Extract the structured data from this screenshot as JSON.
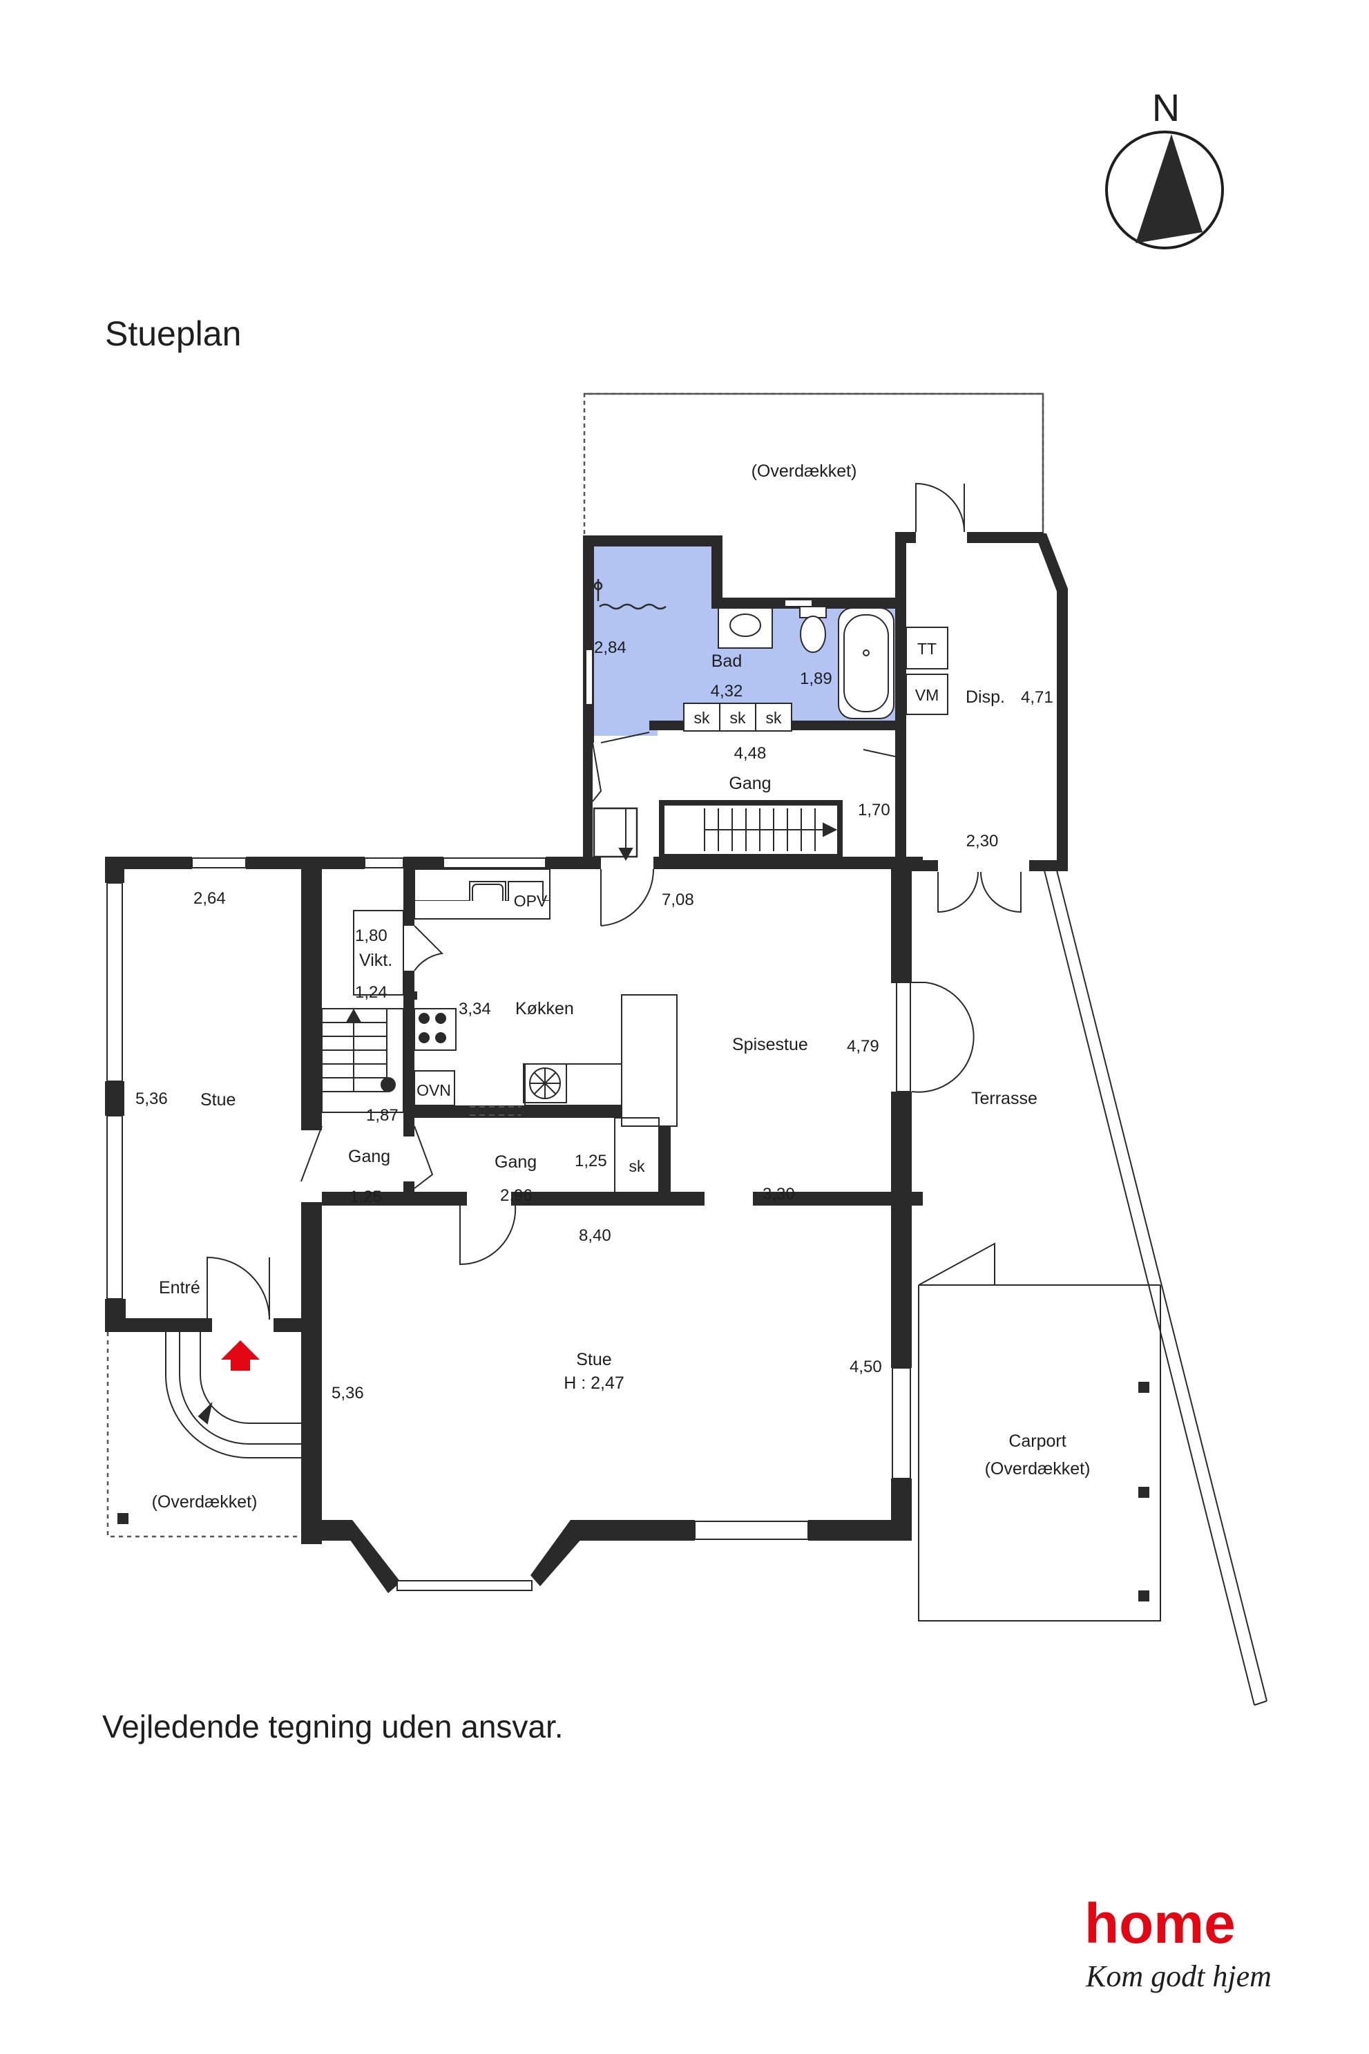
{
  "title": "Stueplan",
  "disclaimer": "Vejledende tegning uden ansvar.",
  "compass": {
    "label": "N"
  },
  "rooms": {
    "covered_top": "(Overdækket)",
    "bad": "Bad",
    "disp": "Disp.",
    "gang_top": "Gang",
    "tt": "TT",
    "vm": "VM",
    "opv": "OPV",
    "vikt": "Vikt.",
    "kokken": "Køkken",
    "ovn": "OVN",
    "spisestue": "Spisestue",
    "terrasse": "Terrasse",
    "stue_left": "Stue",
    "gang_left": "Gang",
    "gang_mid": "Gang",
    "sk_small": "sk",
    "sk1": "sk",
    "sk2": "sk",
    "sk3": "sk",
    "entre": "Entré",
    "stue_main": "Stue",
    "stue_height": "H : 2,47",
    "carport": "Carport",
    "carport_covered": "(Overdækket)",
    "covered_entry": "(Overdækket)"
  },
  "dimensions": {
    "bad_h": "2,84",
    "bad_w": "4,32",
    "bad_right": "1,89",
    "gang_w": "4,48",
    "gang_h": "1,70",
    "disp_h": "4,71",
    "disp_w": "2,30",
    "stue_left_w": "2,64",
    "stue_left_h": "5,36",
    "vikt_h": "1,80",
    "vikt_w": "1,24",
    "kokken_w": "3,34",
    "stair_w": "1,87",
    "spisestue_h": "4,79",
    "gang_left_w": "1,25",
    "gang_mid_w": "2,96",
    "sk_w": "1,25",
    "spis_w": "3,30",
    "stue_w": "8,40",
    "stue_right_h": "4,50",
    "top_w": "7,08"
  },
  "brand": {
    "name": "home",
    "tagline": "Kom godt hjem",
    "color": "#e30613"
  },
  "colors": {
    "wall": "#2a2a2a",
    "bathroom": "#b3c4f2",
    "entrance_arrow": "#e30613"
  },
  "icons": [
    "compass-north-icon",
    "entrance-arrow-icon",
    "sink-icon",
    "toilet-icon",
    "bathtub-icon",
    "shower-icon",
    "stove-icon",
    "fan-icon"
  ]
}
